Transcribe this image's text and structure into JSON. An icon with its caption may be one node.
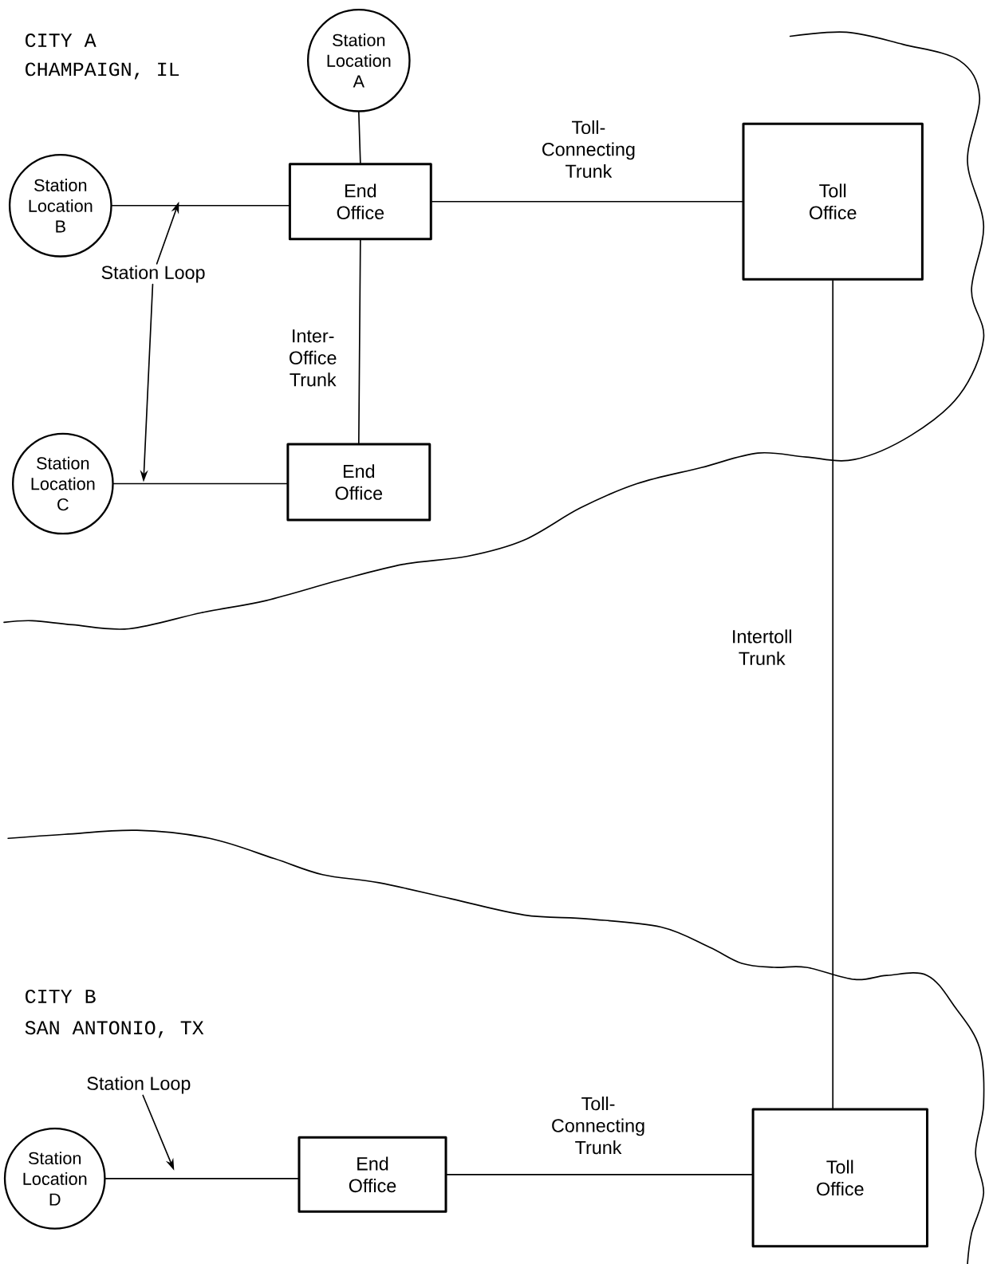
{
  "diagram": {
    "nodes": [
      {
        "text": [
          "Station Location A"
        ]
      },
      {
        "text": [
          "Station Location B"
        ]
      },
      {
        "text": [
          "End Office"
        ]
      },
      {
        "text": [
          "Toll Office"
        ]
      },
      {
        "text": [
          "Station Location C"
        ]
      },
      {
        "text": [
          "End Office"
        ]
      },
      {
        "text": [
          "Station Location D"
        ]
      },
      {
        "text": [
          "End Office"
        ]
      },
      {
        "text": [
          "Toll Office"
        ]
      },
      {
        "text": [
          "Station Loop"
        ]
      },
      {
        "text": [
          "Station Loop"
        ]
      }
    ],
    "edges": [
      {
        "from": 0,
        "to": 2,
        "arrow": "none"
      },
      {
        "from": 1,
        "to": 2,
        "arrow": "none"
      },
      {
        "from": 2,
        "to": 3,
        "arrow": "none",
        "label": "Toll-Connecting Trunk"
      },
      {
        "from": 2,
        "to": 5,
        "arrow": "none",
        "label": "Inter-Office Trunk"
      },
      {
        "from": 4,
        "to": 5,
        "arrow": "none"
      },
      {
        "from": 3,
        "to": 8,
        "arrow": "none",
        "label": "Intertoll Trunk"
      },
      {
        "from": 6,
        "to": 7,
        "arrow": "none"
      },
      {
        "from": 7,
        "to": 8,
        "arrow": "none",
        "label": "Toll-Connecting Trunk"
      },
      {
        "from": 9,
        "to": null,
        "arrow": "to"
      },
      {
        "from": 9,
        "to": null,
        "arrow": "to"
      },
      {
        "from": 10,
        "to": null,
        "arrow": "to"
      }
    ],
    "labels": [
      "CITY A",
      "CHAMPAIGN, IL",
      "CITY B",
      "SAN ANTONIO, TX"
    ]
  }
}
